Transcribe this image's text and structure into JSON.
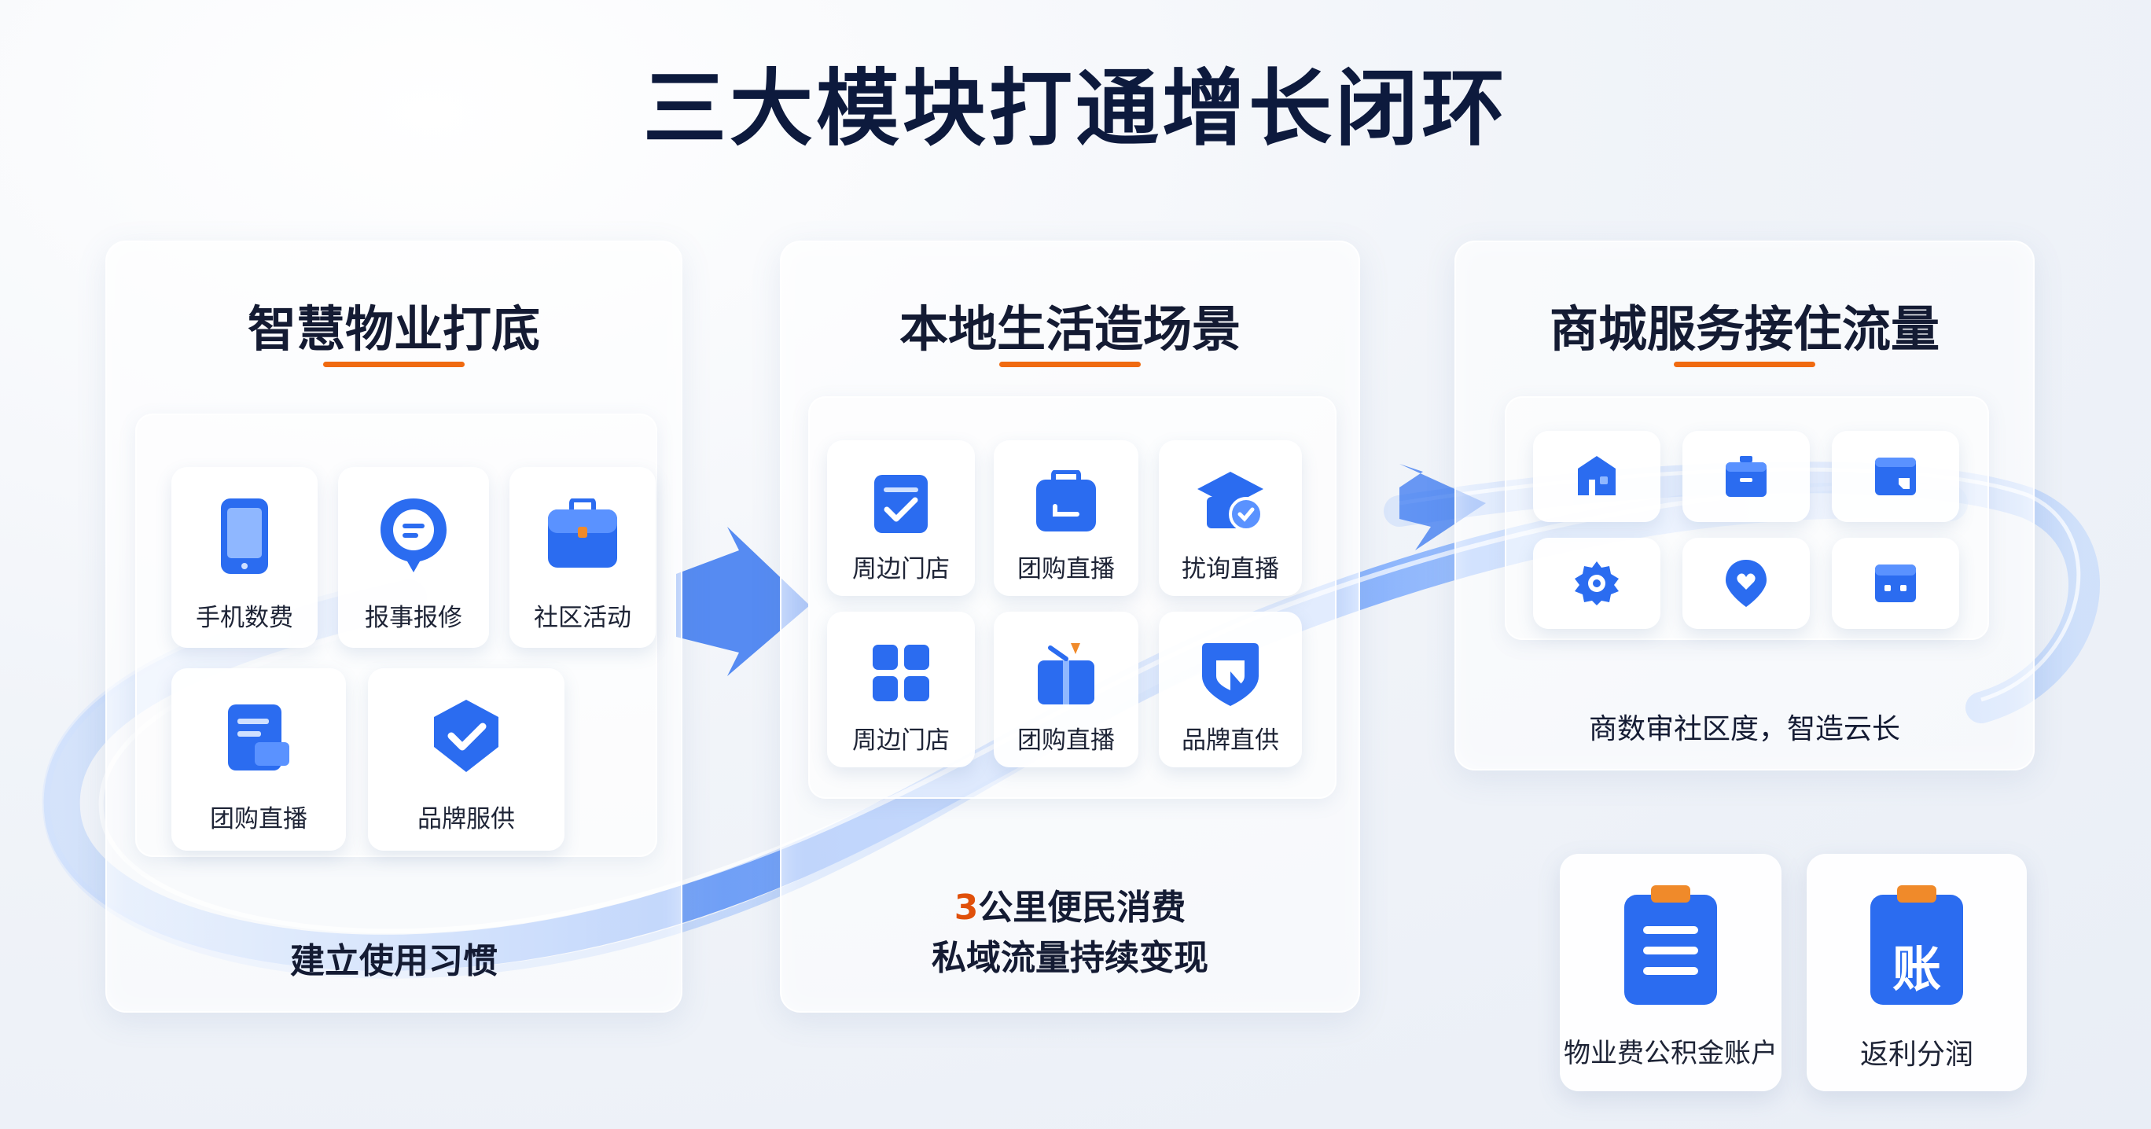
{
  "title": "三大模块打通增长闭环",
  "colors": {
    "accent_orange": "#f06a10",
    "brand_blue": "#2b6cf0",
    "title_dark": "#0d1a3d"
  },
  "modules": [
    {
      "title": "智慧物业打底",
      "tiles": [
        {
          "label": "手机数费",
          "icon": "phone-icon"
        },
        {
          "label": "报事报修",
          "icon": "chat-pin-icon"
        },
        {
          "label": "社区活动",
          "icon": "briefcase-icon"
        },
        {
          "label": "团购直播",
          "icon": "document-icon"
        },
        {
          "label": "品牌服供",
          "icon": "shield-check-icon"
        }
      ],
      "caption": "建立使用习惯"
    },
    {
      "title": "本地生活造场景",
      "tiles": [
        {
          "label": "周边门店",
          "icon": "clipboard-icon"
        },
        {
          "label": "团购直播",
          "icon": "bag-icon"
        },
        {
          "label": "扰询直播",
          "icon": "cap-check-icon"
        },
        {
          "label": "周边门店",
          "icon": "grid-icon"
        },
        {
          "label": "团购直播",
          "icon": "gift-icon"
        },
        {
          "label": "品牌直供",
          "icon": "shield-icon"
        }
      ],
      "caption_num": "3",
      "caption_line1": "公里便民消费",
      "caption_line2": "私域流量持续变现"
    },
    {
      "title": "商城服务接住流量",
      "tiles": [
        {
          "icon": "shop-icon"
        },
        {
          "icon": "box-icon"
        },
        {
          "icon": "card-icon"
        },
        {
          "icon": "gear-icon"
        },
        {
          "icon": "location-heart-icon"
        },
        {
          "icon": "wallet-icon"
        }
      ],
      "caption": "商数审社区度，智造云长"
    }
  ],
  "extra_cards": [
    {
      "label": "物业费公积金账户",
      "icon": "list-clipboard-icon"
    },
    {
      "label": "返利分润",
      "icon_text": "账",
      "icon": "account-clipboard-icon"
    }
  ]
}
